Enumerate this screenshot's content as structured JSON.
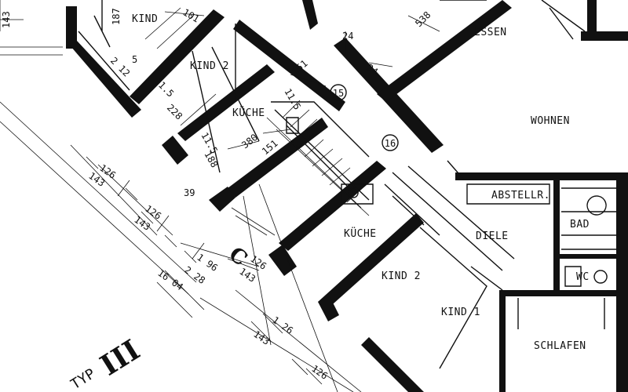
{
  "rooms": {
    "kind_top": "KIND",
    "kind2_top": "KIND 2",
    "kueche_top": "KÜCHE",
    "essen": "ESSEN",
    "wohnen": "WOHNEN",
    "abstell": "ABSTELLR.",
    "bad": "BAD",
    "diele": "DIELE",
    "wc": "WC",
    "kueche_bottom": "KÜCHE",
    "kind2_bottom": "KIND 2",
    "kind1": "KIND 1",
    "schlafen": "SCHLAFEN"
  },
  "markers": {
    "circle_15": "15",
    "circle_16": "16",
    "stair_c": "C",
    "type_label": "TYP",
    "type_numeral": "III"
  },
  "dimensions": {
    "d143_corner": "143",
    "d126_corner": "126",
    "d187": "187",
    "d101": "101",
    "d538": "538",
    "d24a": "24",
    "d24b": "24",
    "d212": "2 12",
    "d5": "5",
    "d115a": "11.5",
    "d228a": "228",
    "d151": "151",
    "d115b": "11.5",
    "d115c": "11.5",
    "d380": "380",
    "d188": "188",
    "d39": "39",
    "d151b": "151",
    "d126a": "126",
    "d143a": "143",
    "d126b": "126",
    "d143b": "143",
    "d196": "1 96",
    "d228b": "2 28",
    "d1604": "16 04",
    "d126c": "126",
    "d143c": "143",
    "d126d": "1 26",
    "d143d": "143",
    "d126e": "126"
  }
}
